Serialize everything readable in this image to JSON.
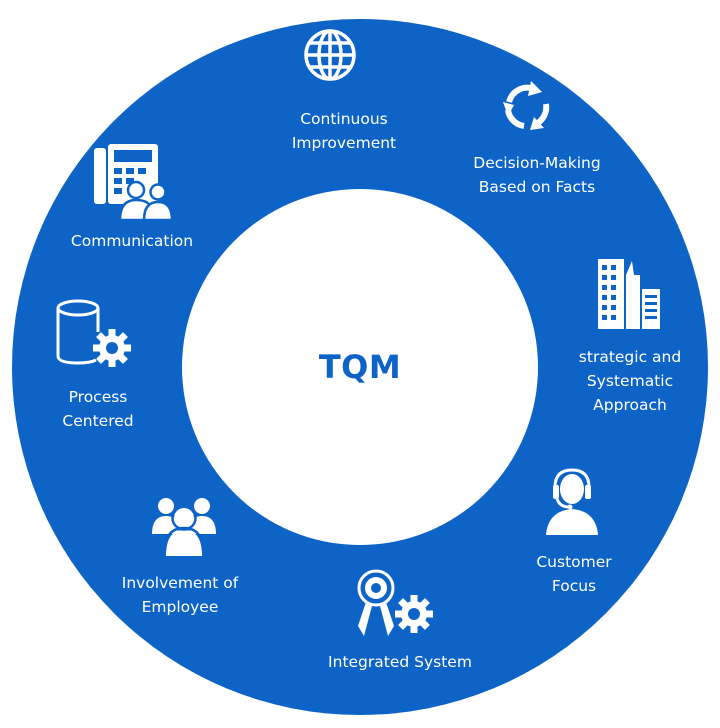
{
  "center": {
    "title": "TQM"
  },
  "colors": {
    "ring": "#0d63c6",
    "ring_edge": "#0a55ad",
    "center_text": "#0d63c6",
    "text": "#ffffff"
  },
  "segments": [
    {
      "id": "continuous",
      "icon": "globe-icon",
      "lines": [
        "Continuous",
        "Improvement"
      ]
    },
    {
      "id": "decision",
      "icon": "cycle-arrows-icon",
      "lines": [
        "Decision-Making",
        "Based on Facts"
      ]
    },
    {
      "id": "strategic",
      "icon": "buildings-icon",
      "lines": [
        "strategic and",
        "Systematic",
        "Approach"
      ]
    },
    {
      "id": "customer",
      "icon": "headset-user-icon",
      "lines": [
        "Customer",
        "Focus"
      ]
    },
    {
      "id": "integrated",
      "icon": "award-gear-icon",
      "lines": [
        "Integrated System"
      ]
    },
    {
      "id": "involvement",
      "icon": "people-group-icon",
      "lines": [
        "Involvement of",
        "Employee"
      ]
    },
    {
      "id": "process",
      "icon": "database-gear-icon",
      "lines": [
        "Process",
        "Centered"
      ]
    },
    {
      "id": "communication",
      "icon": "phone-users-icon",
      "lines": [
        "Communication"
      ]
    }
  ]
}
